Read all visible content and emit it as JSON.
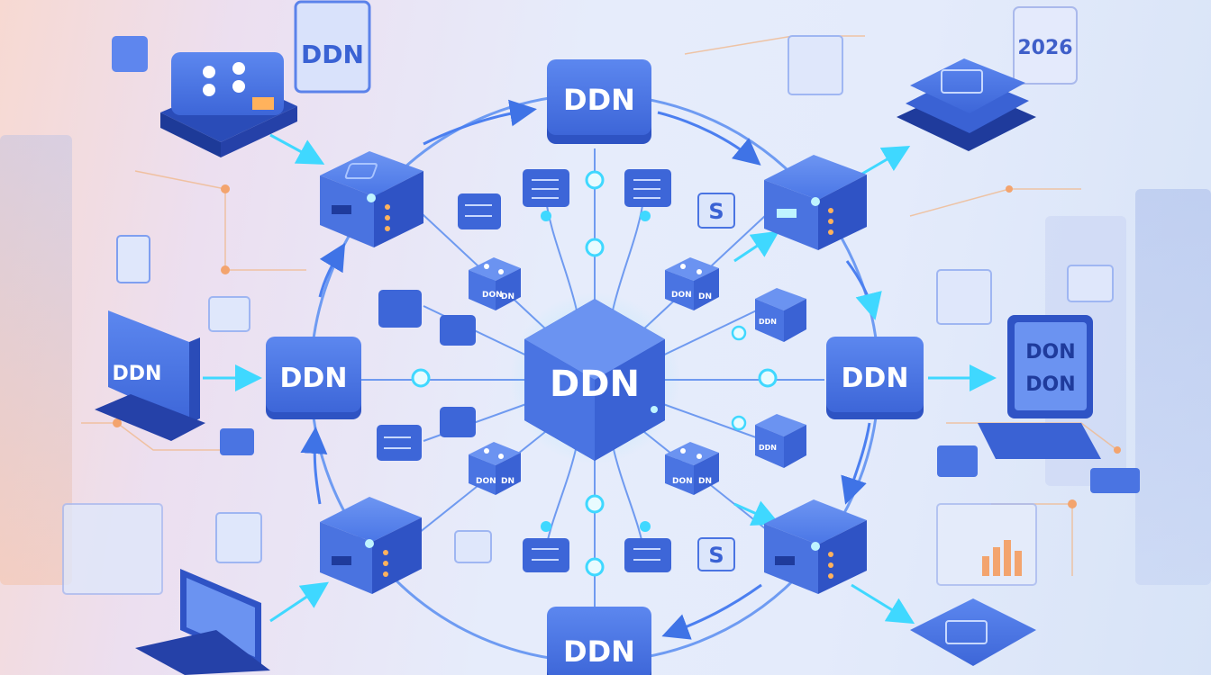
{
  "diagram": {
    "hub_label": "DDN",
    "top_label": "DDN",
    "bottom_label": "DDN",
    "left_label": "DDN",
    "right_label": "DDN",
    "left_monitor_label": "DDN",
    "top_left_sign_label": "DDN",
    "year_badge": "2026",
    "right_monitor_lines": [
      "DON",
      "DON"
    ],
    "small_cube_labels": [
      "DON",
      "DN"
    ],
    "side_box_label": "DDN",
    "s_tag": "S",
    "colors": {
      "primary_blue": "#3f6fe0",
      "dark_blue": "#2c4fc4",
      "cyan_accent": "#3fd8ff",
      "connector": "#4b86f0"
    }
  }
}
